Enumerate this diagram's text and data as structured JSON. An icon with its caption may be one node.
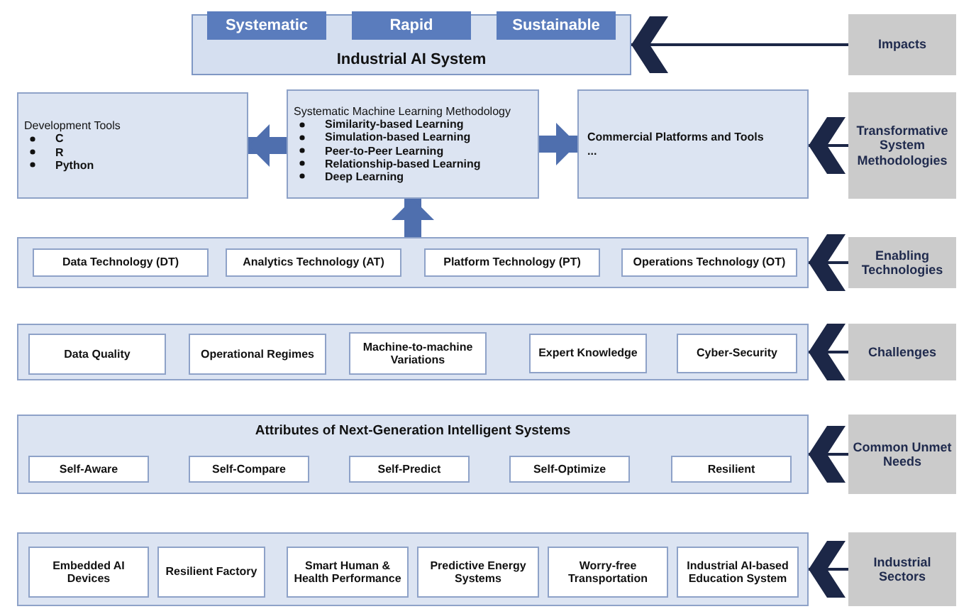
{
  "diagram": {
    "nodes": [
      {
        "text": [
          "Industrial AI System"
        ]
      },
      {
        "text": [
          "Systematic"
        ]
      },
      {
        "text": [
          "Rapid"
        ]
      },
      {
        "text": [
          "Sustainable"
        ]
      },
      {
        "text": [
          "Impacts"
        ]
      },
      {
        "text": [
          "Development Tools",
          "C",
          "R",
          "Python"
        ]
      },
      {
        "text": [
          "Systematic Machine Learning Methodology",
          "Similarity-based Learning",
          "Simulation-based Learning",
          "Peer-to-Peer Learning",
          "Relationship-based Learning",
          "Deep Learning"
        ]
      },
      {
        "text": [
          "Commercial Platforms and Tools",
          "..."
        ]
      },
      {
        "text": [
          "Transformative System Methodologies"
        ]
      },
      {
        "text": [],
        "shape": "box"
      },
      {
        "text": [
          "Data Technology (DT)"
        ],
        "in": 9
      },
      {
        "text": [
          "Analytics Technology (AT)"
        ],
        "in": 9
      },
      {
        "text": [
          "Platform Technology (PT)"
        ],
        "in": 9
      },
      {
        "text": [
          "Operations Technology (OT)"
        ],
        "in": 9
      },
      {
        "text": [
          "Enabling Technologies"
        ]
      },
      {
        "text": [],
        "shape": "box"
      },
      {
        "text": [
          "Data Quality"
        ],
        "in": 15
      },
      {
        "text": [
          "Operational Regimes"
        ],
        "in": 15
      },
      {
        "text": [
          "Machine-to-machine Variations"
        ],
        "in": 15
      },
      {
        "text": [
          "Expert Knowledge"
        ],
        "in": 15
      },
      {
        "text": [
          "Cyber-Security"
        ],
        "in": 15
      },
      {
        "text": [
          "Challenges"
        ]
      },
      {
        "text": [
          "Attributes of Next-Generation Intelligent Systems"
        ]
      },
      {
        "text": [
          "Self-Aware"
        ],
        "in": 22
      },
      {
        "text": [
          "Self-Compare"
        ],
        "in": 22
      },
      {
        "text": [
          "Self-Predict"
        ],
        "in": 22
      },
      {
        "text": [
          "Self-Optimize"
        ],
        "in": 22
      },
      {
        "text": [
          "Resilient"
        ],
        "in": 22
      },
      {
        "text": [
          "Common Unmet Needs"
        ]
      },
      {
        "text": [],
        "shape": "box"
      },
      {
        "text": [
          "Embedded AI Devices"
        ],
        "in": 29
      },
      {
        "text": [
          "Resilient Factory"
        ],
        "in": 29
      },
      {
        "text": [
          "Smart Human & Health Performance"
        ],
        "in": 29
      },
      {
        "text": [
          "Predictive Energy Systems"
        ],
        "in": 29
      },
      {
        "text": [
          "Worry-free Transportation"
        ],
        "in": 29
      },
      {
        "text": [
          "Industrial AI-based Education System"
        ],
        "in": 29
      },
      {
        "text": [
          "Industrial Sectors"
        ]
      }
    ],
    "edges": [
      {
        "from": 4,
        "to": 0,
        "arrow": "to"
      },
      {
        "from": 6,
        "to": 5,
        "arrow": "to",
        "style": "thick",
        "color": "#4f6fae"
      },
      {
        "from": 6,
        "to": 7,
        "arrow": "to",
        "style": "thick",
        "color": "#4f6fae"
      },
      {
        "from": 8,
        "to": 7,
        "arrow": "to"
      },
      {
        "from": 9,
        "to": 6,
        "arrow": "to",
        "style": "thick",
        "color": "#4f6fae"
      },
      {
        "from": 14,
        "to": 9,
        "arrow": "to"
      },
      {
        "from": 21,
        "to": 15,
        "arrow": "to"
      },
      {
        "from": 28,
        "to": 22,
        "arrow": "to"
      },
      {
        "from": 36,
        "to": 29,
        "arrow": "to"
      }
    ]
  }
}
